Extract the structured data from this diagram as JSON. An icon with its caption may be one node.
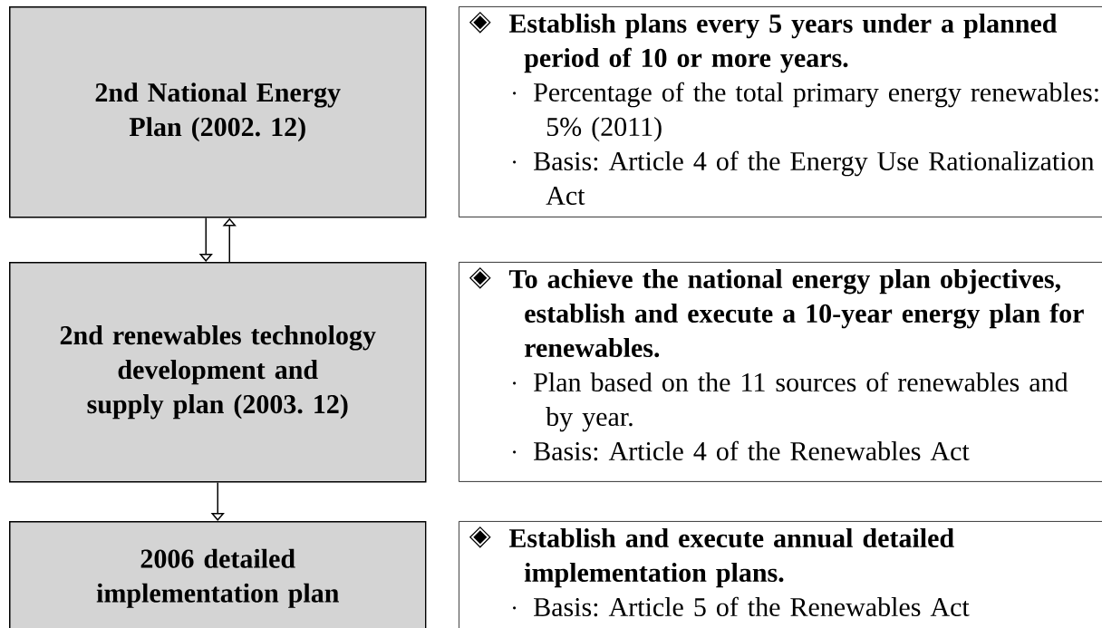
{
  "diagram": {
    "nodes": [
      {
        "text": [
          "2nd National Energy Plan (2002. 12)"
        ]
      },
      {
        "text": [
          "Establish plans every 5 years under a planned period of 10 or more years.",
          "Percentage of the total primary energy renewables: 5% (2011)",
          "Basis: Article 4 of the Energy Use Rationalization Act"
        ]
      },
      {
        "text": [
          "2nd renewables technology development and supply plan (2003. 12)"
        ]
      },
      {
        "text": [
          "To achieve the national energy plan objectives, establish and execute a 10-year energy plan for renewables.",
          "Plan based on the 11 sources of renewables and by year.",
          "Basis: Article 4 of the Renewables Act"
        ]
      },
      {
        "text": [
          "2006 detailed implementation plan"
        ]
      },
      {
        "text": [
          "Establish and execute annual detailed implementation plans.",
          "Basis: Article 5 of the Renewables Act"
        ]
      }
    ],
    "edges": [
      {
        "from": 0,
        "to": 2,
        "arrow": "to"
      },
      {
        "from": 2,
        "to": 0,
        "arrow": "to"
      },
      {
        "from": 2,
        "to": 4,
        "arrow": "to"
      }
    ]
  }
}
